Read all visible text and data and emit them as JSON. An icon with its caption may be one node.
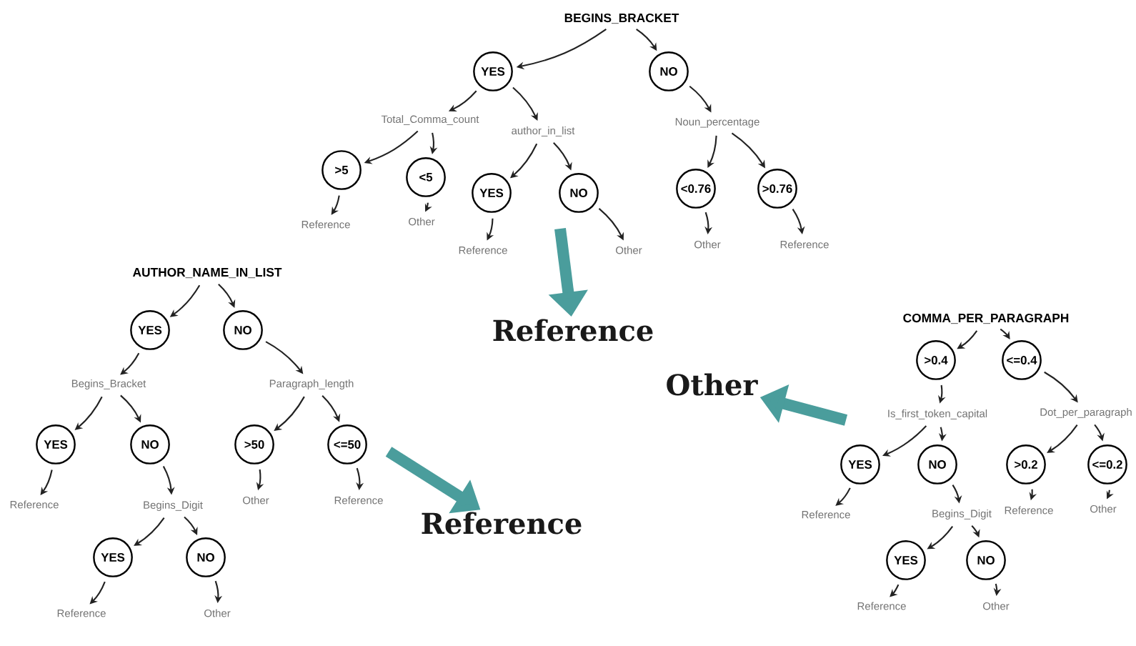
{
  "diagram": {
    "nodes": [
      {
        "text": [
          "BEGINS_BRACKET"
        ]
      },
      {
        "text": [
          "YES"
        ]
      },
      {
        "text": [
          "NO"
        ]
      },
      {
        "text": [
          "Total_Comma_count"
        ]
      },
      {
        "text": [
          "author_in_list"
        ]
      },
      {
        "text": [
          "Noun_percentage"
        ]
      },
      {
        "text": [
          ">5"
        ]
      },
      {
        "text": [
          "<5"
        ]
      },
      {
        "text": [
          "YES"
        ]
      },
      {
        "text": [
          "NO"
        ]
      },
      {
        "text": [
          "<0.76"
        ]
      },
      {
        "text": [
          ">0.76"
        ]
      },
      {
        "text": [
          "Reference"
        ]
      },
      {
        "text": [
          "Other"
        ]
      },
      {
        "text": [
          "Reference"
        ]
      },
      {
        "text": [
          "Other"
        ]
      },
      {
        "text": [
          "Other"
        ]
      },
      {
        "text": [
          "Reference"
        ]
      },
      {
        "text": [
          "Reference"
        ]
      },
      {
        "text": [
          "AUTHOR_NAME_IN_LIST"
        ]
      },
      {
        "text": [
          "YES"
        ]
      },
      {
        "text": [
          "NO"
        ]
      },
      {
        "text": [
          "Begins_Bracket"
        ]
      },
      {
        "text": [
          "Paragraph_length"
        ]
      },
      {
        "text": [
          "YES"
        ]
      },
      {
        "text": [
          "NO"
        ]
      },
      {
        "text": [
          ">50"
        ]
      },
      {
        "text": [
          "<=50"
        ]
      },
      {
        "text": [
          "Reference"
        ]
      },
      {
        "text": [
          "Begins_Digit"
        ]
      },
      {
        "text": [
          "Other"
        ]
      },
      {
        "text": [
          "Reference"
        ]
      },
      {
        "text": [
          "YES"
        ]
      },
      {
        "text": [
          "NO"
        ]
      },
      {
        "text": [
          "Reference"
        ]
      },
      {
        "text": [
          "Other"
        ]
      },
      {
        "text": [
          "Reference"
        ]
      },
      {
        "text": [
          "COMMA_PER_PARAGRAPH"
        ]
      },
      {
        "text": [
          ">0.4"
        ]
      },
      {
        "text": [
          "<=0.4"
        ]
      },
      {
        "text": [
          "Is_first_token_capital"
        ]
      },
      {
        "text": [
          "Dot_per_paragraph"
        ]
      },
      {
        "text": [
          "YES"
        ]
      },
      {
        "text": [
          "NO"
        ]
      },
      {
        "text": [
          ">0.2"
        ]
      },
      {
        "text": [
          "<=0.2"
        ]
      },
      {
        "text": [
          "Reference"
        ]
      },
      {
        "text": [
          "Begins_Digit"
        ]
      },
      {
        "text": [
          "Reference"
        ]
      },
      {
        "text": [
          "Other"
        ]
      },
      {
        "text": [
          "YES"
        ]
      },
      {
        "text": [
          "NO"
        ]
      },
      {
        "text": [
          "Reference"
        ]
      },
      {
        "text": [
          "Other"
        ]
      },
      {
        "text": [
          "Other"
        ]
      }
    ],
    "edges": [
      {
        "from": 0,
        "to": 1,
        "arrow": "to"
      },
      {
        "from": 0,
        "to": 2,
        "arrow": "to"
      },
      {
        "from": 1,
        "to": 3,
        "arrow": "to"
      },
      {
        "from": 1,
        "to": 4,
        "arrow": "to"
      },
      {
        "from": 2,
        "to": 5,
        "arrow": "to"
      },
      {
        "from": 3,
        "to": 6,
        "arrow": "to"
      },
      {
        "from": 3,
        "to": 7,
        "arrow": "to"
      },
      {
        "from": 4,
        "to": 8,
        "arrow": "to"
      },
      {
        "from": 4,
        "to": 9,
        "arrow": "to"
      },
      {
        "from": 5,
        "to": 10,
        "arrow": "to"
      },
      {
        "from": 5,
        "to": 11,
        "arrow": "to"
      },
      {
        "from": 6,
        "to": 12,
        "arrow": "to"
      },
      {
        "from": 7,
        "to": 13,
        "arrow": "to"
      },
      {
        "from": 8,
        "to": 14,
        "arrow": "to"
      },
      {
        "from": 9,
        "to": 15,
        "arrow": "to"
      },
      {
        "from": 10,
        "to": 16,
        "arrow": "to"
      },
      {
        "from": 11,
        "to": 17,
        "arrow": "to"
      },
      {
        "from": null,
        "to": 18,
        "arrow": "to",
        "style": "thick",
        "color": "#4a9d9c"
      },
      {
        "from": 19,
        "to": 20,
        "arrow": "to"
      },
      {
        "from": 19,
        "to": 21,
        "arrow": "to"
      },
      {
        "from": 20,
        "to": 22,
        "arrow": "to"
      },
      {
        "from": 21,
        "to": 23,
        "arrow": "to"
      },
      {
        "from": 22,
        "to": 24,
        "arrow": "to"
      },
      {
        "from": 22,
        "to": 25,
        "arrow": "to"
      },
      {
        "from": 23,
        "to": 26,
        "arrow": "to"
      },
      {
        "from": 23,
        "to": 27,
        "arrow": "to"
      },
      {
        "from": 24,
        "to": 28,
        "arrow": "to"
      },
      {
        "from": 25,
        "to": 29,
        "arrow": "to"
      },
      {
        "from": 26,
        "to": 30,
        "arrow": "to"
      },
      {
        "from": 27,
        "to": 31,
        "arrow": "to"
      },
      {
        "from": 29,
        "to": 32,
        "arrow": "to"
      },
      {
        "from": 29,
        "to": 33,
        "arrow": "to"
      },
      {
        "from": 32,
        "to": 34,
        "arrow": "to"
      },
      {
        "from": 33,
        "to": 35,
        "arrow": "to"
      },
      {
        "from": null,
        "to": 36,
        "arrow": "to",
        "style": "thick",
        "color": "#4a9d9c"
      },
      {
        "from": 37,
        "to": 38,
        "arrow": "to"
      },
      {
        "from": 37,
        "to": 39,
        "arrow": "to"
      },
      {
        "from": 38,
        "to": 40,
        "arrow": "to"
      },
      {
        "from": 39,
        "to": 41,
        "arrow": "to"
      },
      {
        "from": 40,
        "to": 42,
        "arrow": "to"
      },
      {
        "from": 40,
        "to": 43,
        "arrow": "to"
      },
      {
        "from": 41,
        "to": 44,
        "arrow": "to"
      },
      {
        "from": 41,
        "to": 45,
        "arrow": "to"
      },
      {
        "from": 42,
        "to": 46,
        "arrow": "to"
      },
      {
        "from": 43,
        "to": 47,
        "arrow": "to"
      },
      {
        "from": 44,
        "to": 48,
        "arrow": "to"
      },
      {
        "from": 45,
        "to": 49,
        "arrow": "to"
      },
      {
        "from": 47,
        "to": 50,
        "arrow": "to"
      },
      {
        "from": 47,
        "to": 51,
        "arrow": "to"
      },
      {
        "from": 50,
        "to": 52,
        "arrow": "to"
      },
      {
        "from": 51,
        "to": 53,
        "arrow": "to"
      },
      {
        "from": null,
        "to": 54,
        "arrow": "to",
        "style": "thick",
        "color": "#4a9d9c"
      }
    ]
  }
}
